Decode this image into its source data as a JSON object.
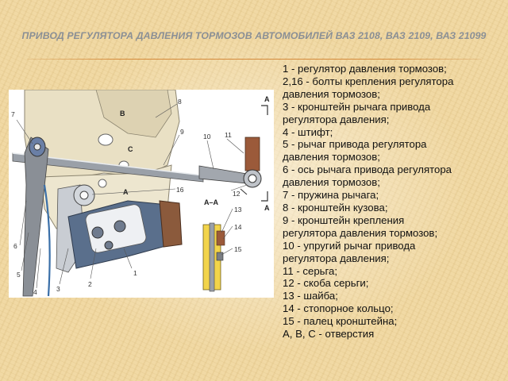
{
  "title": "ПРИВОД РЕГУЛЯТОРА ДАВЛЕНИЯ ТОРМОЗОВ АВТОМОБИЛЕЙ ВАЗ 2108, ВАЗ 2109, ВАЗ 21099",
  "legend": [
    "1 - регулятор давления тормозов;",
    "2,16 - болты крепления регулятора",
    "давления тормозов;",
    "3 - кронштейн рычага привода",
    "регулятора давления;",
    "4 - штифт;",
    "5 - рычаг привода регулятора",
    "давления тормозов;",
    "6 - ось рычага привода регулятора",
    "давления тормозов;",
    "7 - пружина рычага;",
    "8 - кронштейн кузова;",
    "9 - кронштейн крепления",
    "регулятора давления тормозов;",
    "10 - упругий рычаг привода",
    "регулятора давления;",
    "11 - серьга;",
    "12 - скоба серьги;",
    "13 - шайба;",
    "14 - стопорное кольцо;",
    "15 - палец кронштейна;",
    "А, В, С - отверстия"
  ],
  "figure": {
    "callouts": [
      "1",
      "2",
      "3",
      "4",
      "5",
      "6",
      "7",
      "8",
      "9",
      "10",
      "11",
      "12",
      "13",
      "14",
      "15",
      "16"
    ],
    "hole_letters": [
      "B",
      "C",
      "A"
    ],
    "section_mark": "А",
    "section_title": "А–А",
    "colors": {
      "body": "#e9e0c4",
      "regulator": "#5a6f8c",
      "regulator_end": "#8b5a3c",
      "section_yellow": "#f2d44a",
      "lever": "#7a7e84"
    }
  }
}
